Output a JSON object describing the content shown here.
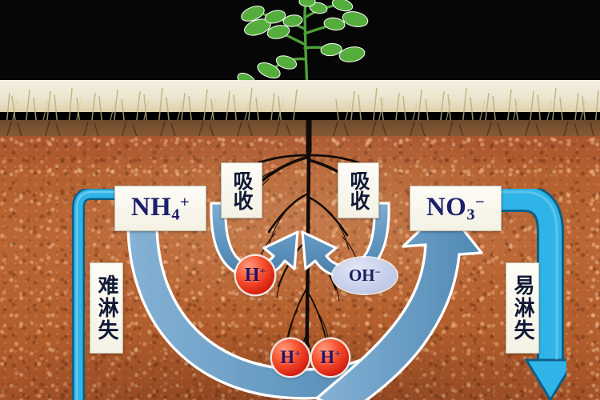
{
  "diagram": {
    "title": "Soil nitrogen uptake and leaching diagram",
    "ions": {
      "ammonium": {
        "formula": "NH",
        "sub": "4",
        "sup": "+"
      },
      "nitrate": {
        "formula": "NO",
        "sub": "3",
        "sup": "−"
      },
      "hydrogen": {
        "formula": "H",
        "sup": "+"
      },
      "hydroxide": {
        "formula": "OH",
        "sup": "−"
      }
    },
    "labels": {
      "uptake_left": "吸收",
      "uptake_right": "吸收",
      "leach_hard": "难淋失",
      "leach_easy": "易淋失"
    },
    "colors": {
      "soil": "#b4602f",
      "soil_dark": "#8d5a33",
      "grass": "#ece5cf",
      "sky": "#060606",
      "pipe_cyan": "#28a8dd",
      "arrow_blue": "#5e94be",
      "arrow_blue_dark": "#4a7fa8",
      "arrow_outline": "#ffffff",
      "ion_red": "#f8522f",
      "ion_blue": "#c9d2ec",
      "label_text": "#1b1f6b",
      "plant_green": "#4ea13a"
    },
    "regions": {
      "sky_band": "black background with tomato seedling",
      "grass_band": "dry grass / straw surface layer",
      "duff_band": "dark organic topsoil layer",
      "soil_body": "red-brown mineral soil with root system"
    }
  }
}
